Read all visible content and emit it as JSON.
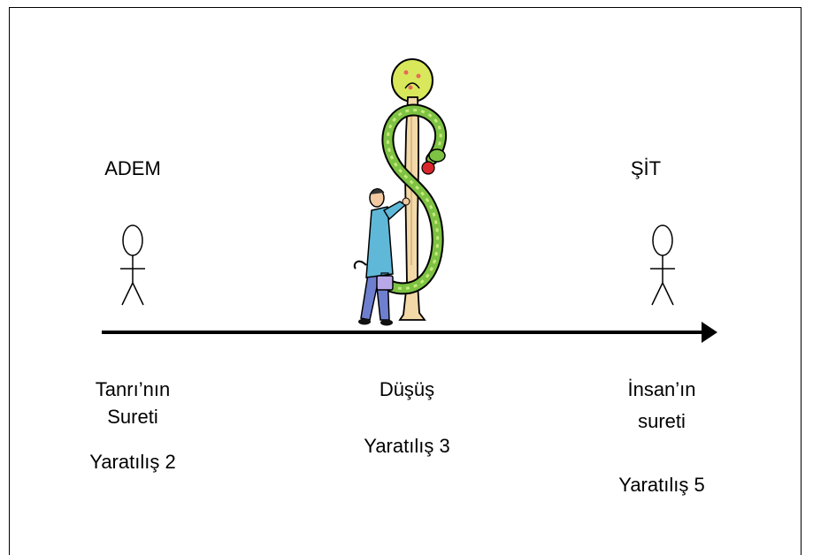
{
  "left": {
    "name": "ADEM",
    "caption_lines": [
      "Tanrı’nın",
      "Sureti",
      "Yaratılış 2"
    ]
  },
  "middle": {
    "caption": "Düşüş",
    "reference": "Yaratılış 3",
    "illustration": "man-serpent-tree-clipart"
  },
  "right": {
    "name": "ŞİT",
    "caption_lines": [
      "İnsan’ın",
      "sureti"
    ],
    "reference": "Yaratılış 5"
  },
  "colors": {
    "line": "#000000",
    "tree_foliage": "#d8e85a",
    "serpent_green": "#7dc243",
    "serpent_body": "#a8d860",
    "trunk": "#f3d9a8",
    "apple": "#d9262b",
    "jacket": "#5fb8d8",
    "trousers": "#6e7fd0"
  }
}
